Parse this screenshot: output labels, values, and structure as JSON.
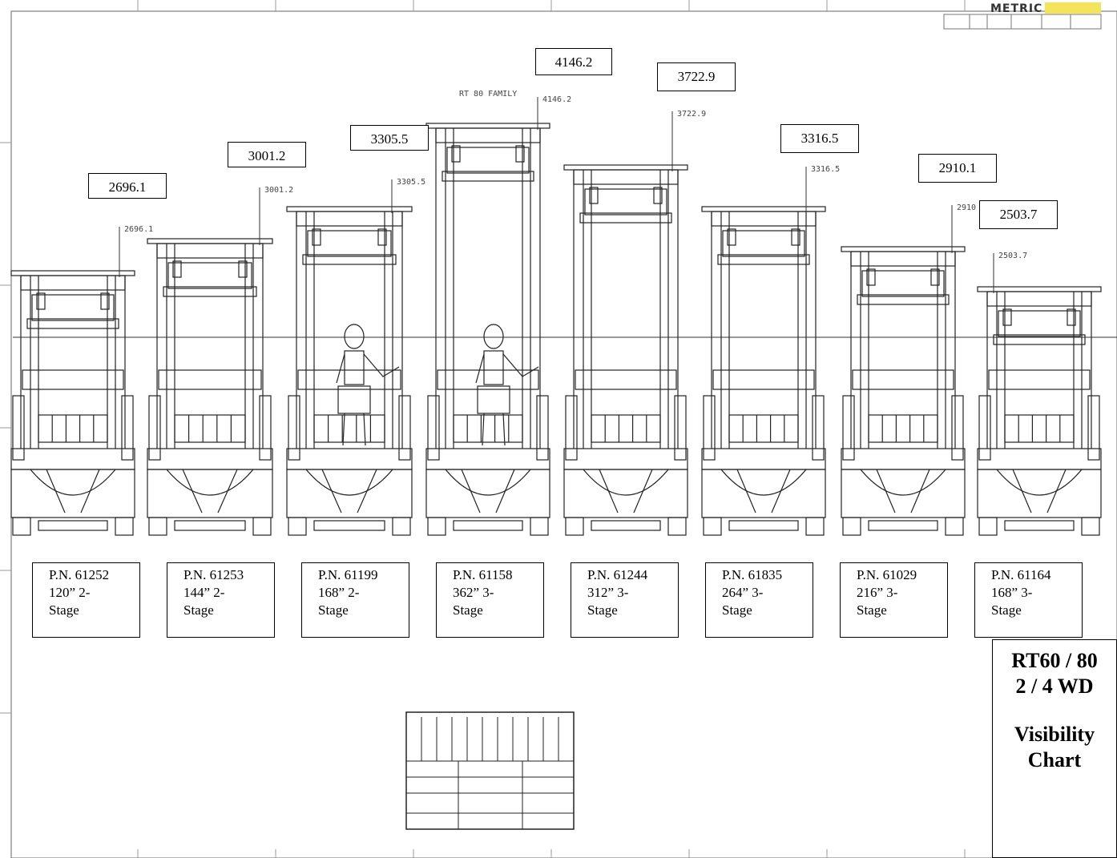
{
  "header": {
    "logo_text": "METRIC",
    "family_label": "RT 80 FAMILY"
  },
  "dimensions": [
    {
      "value": "2696.1",
      "drawing_label": "2696.1"
    },
    {
      "value": "3001.2",
      "drawing_label": "3001.2"
    },
    {
      "value": "3305.5",
      "drawing_label": "3305.5"
    },
    {
      "value": "4146.2",
      "drawing_label": "4146.2"
    },
    {
      "value": "3722.9",
      "drawing_label": "3722.9"
    },
    {
      "value": "3316.5",
      "drawing_label": "3316.5"
    },
    {
      "value": "2910.1",
      "drawing_label": "2910"
    },
    {
      "value": "2503.7",
      "drawing_label": "2503.7"
    }
  ],
  "masts": [
    {
      "pn": "P.N. 61252",
      "size": "120” 2-",
      "stage": "Stage",
      "operator": false
    },
    {
      "pn": "P.N. 61253",
      "size": "144” 2-",
      "stage": "Stage",
      "operator": false
    },
    {
      "pn": "P.N. 61199",
      "size": "168” 2-",
      "stage": "Stage",
      "operator": true
    },
    {
      "pn": "P.N. 61158",
      "size": "362” 3-",
      "stage": "Stage",
      "operator": true
    },
    {
      "pn": "P.N. 61244",
      "size": "312” 3-",
      "stage": "Stage",
      "operator": false
    },
    {
      "pn": "P.N. 61835",
      "size": "264” 3-",
      "stage": "Stage",
      "operator": false
    },
    {
      "pn": "P.N. 61029",
      "size": "216” 3-",
      "stage": "Stage",
      "operator": false
    },
    {
      "pn": "P.N. 61164",
      "size": "168” 3-",
      "stage": "Stage",
      "operator": false
    }
  ],
  "title": {
    "line1": "RT60 / 80",
    "line2": "2 / 4 WD",
    "line3": "Visibility",
    "line4": "Chart"
  }
}
